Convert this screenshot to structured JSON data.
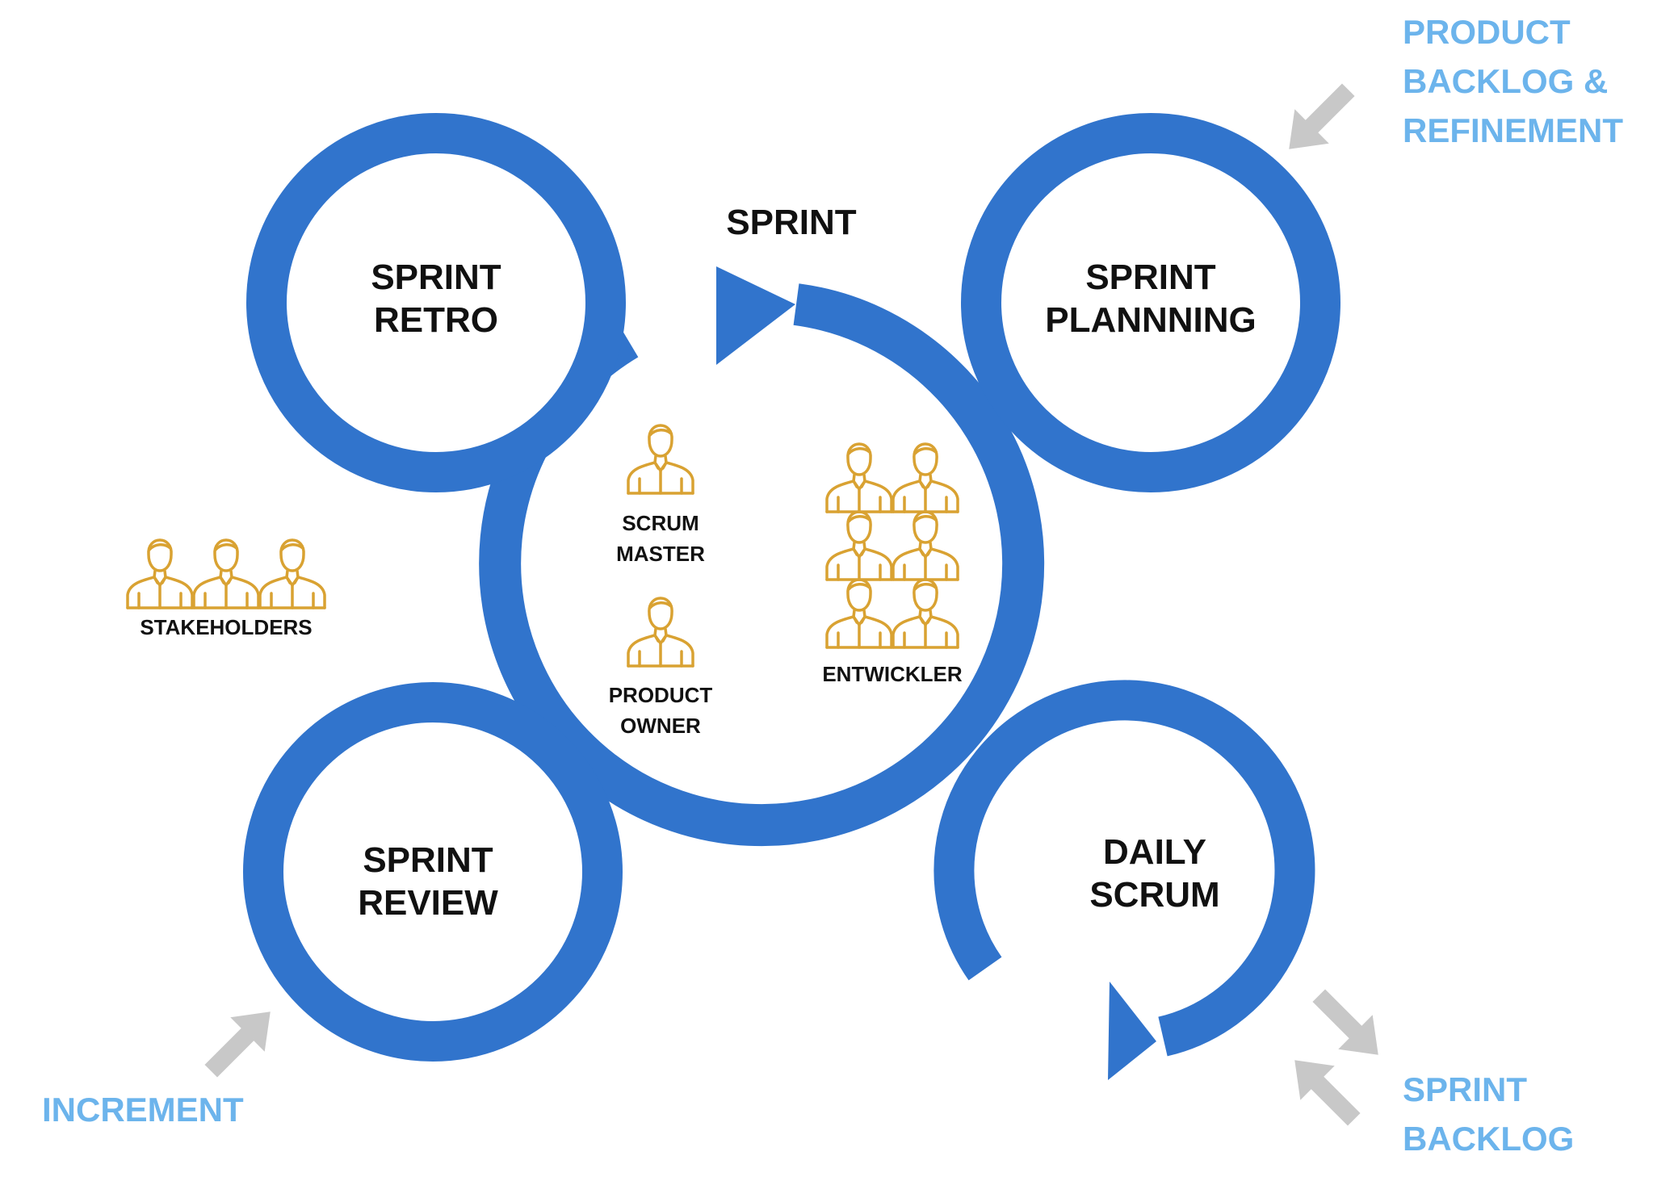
{
  "colors": {
    "ring": "#3174cc",
    "arrow_gray": "#c8c8c8",
    "people": "#d9a232",
    "input_text": "#6cb4ec",
    "label_text": "#111111"
  },
  "sprint": {
    "label": "SPRINT"
  },
  "events": {
    "retro": {
      "line1": "SPRINT",
      "line2": "RETRO"
    },
    "planning": {
      "line1": "SPRINT",
      "line2": "PLANNNING"
    },
    "review": {
      "line1": "SPRINT",
      "line2": "REVIEW"
    },
    "daily": {
      "line1": "DAILY",
      "line2": "SCRUM"
    }
  },
  "roles": {
    "scrum_master": {
      "line1": "SCRUM",
      "line2": "MASTER",
      "icon": "person-icon"
    },
    "product_owner": {
      "line1": "PRODUCT",
      "line2": "OWNER",
      "icon": "person-icon"
    },
    "developers": {
      "label": "ENTWICKLER",
      "icon": "person-icon",
      "count": 6
    },
    "stakeholders": {
      "label": "STAKEHOLDERS",
      "icon": "person-icon",
      "count": 3
    }
  },
  "inputs": {
    "product_backlog": {
      "line1": "PRODUCT",
      "line2": "BACKLOG &",
      "line3": "REFINEMENT"
    },
    "sprint_backlog": {
      "line1": "SPRINT",
      "line2": "BACKLOG"
    },
    "increment": {
      "label": "INCREMENT"
    }
  }
}
